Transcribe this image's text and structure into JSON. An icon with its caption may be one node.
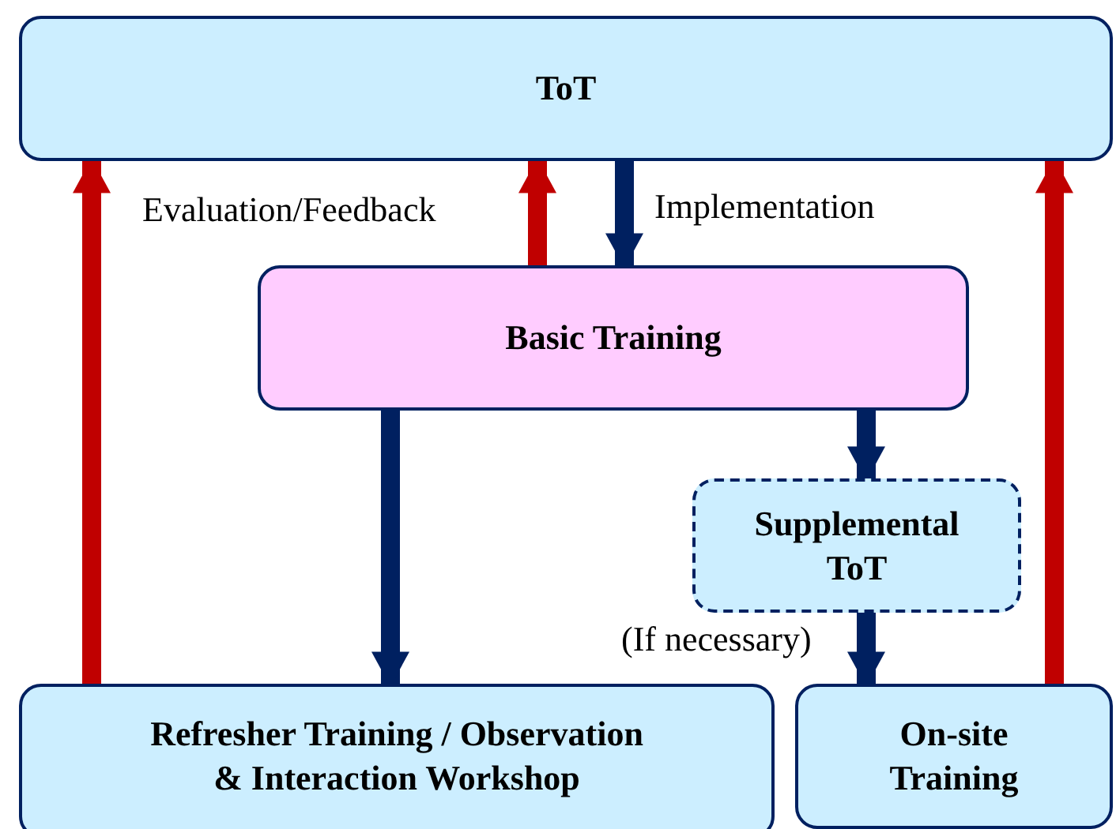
{
  "diagram": {
    "nodes": [
      {
        "text": [
          "ToT"
        ]
      },
      {
        "text": [
          "Basic Training"
        ]
      },
      {
        "text": [
          "Supplemental ToT"
        ]
      },
      {
        "text": [
          "Refresher Training / Observation & Interaction Workshop"
        ]
      },
      {
        "text": [
          "On-site Training"
        ]
      }
    ],
    "edges": [
      {
        "from": 1,
        "to": 0,
        "arrow": "to",
        "label": "Evaluation/Feedback",
        "color": "#c00000"
      },
      {
        "from": 0,
        "to": 1,
        "arrow": "to",
        "label": "Implementation"
      },
      {
        "from": 1,
        "to": 3,
        "arrow": "to"
      },
      {
        "from": 1,
        "to": 2,
        "arrow": "to"
      },
      {
        "from": 2,
        "to": 4,
        "arrow": "to",
        "label": "(If necessary)"
      },
      {
        "from": 3,
        "to": 0,
        "arrow": "to",
        "color": "#c00000"
      },
      {
        "from": 4,
        "to": 0,
        "arrow": "to",
        "color": "#c00000"
      }
    ]
  }
}
